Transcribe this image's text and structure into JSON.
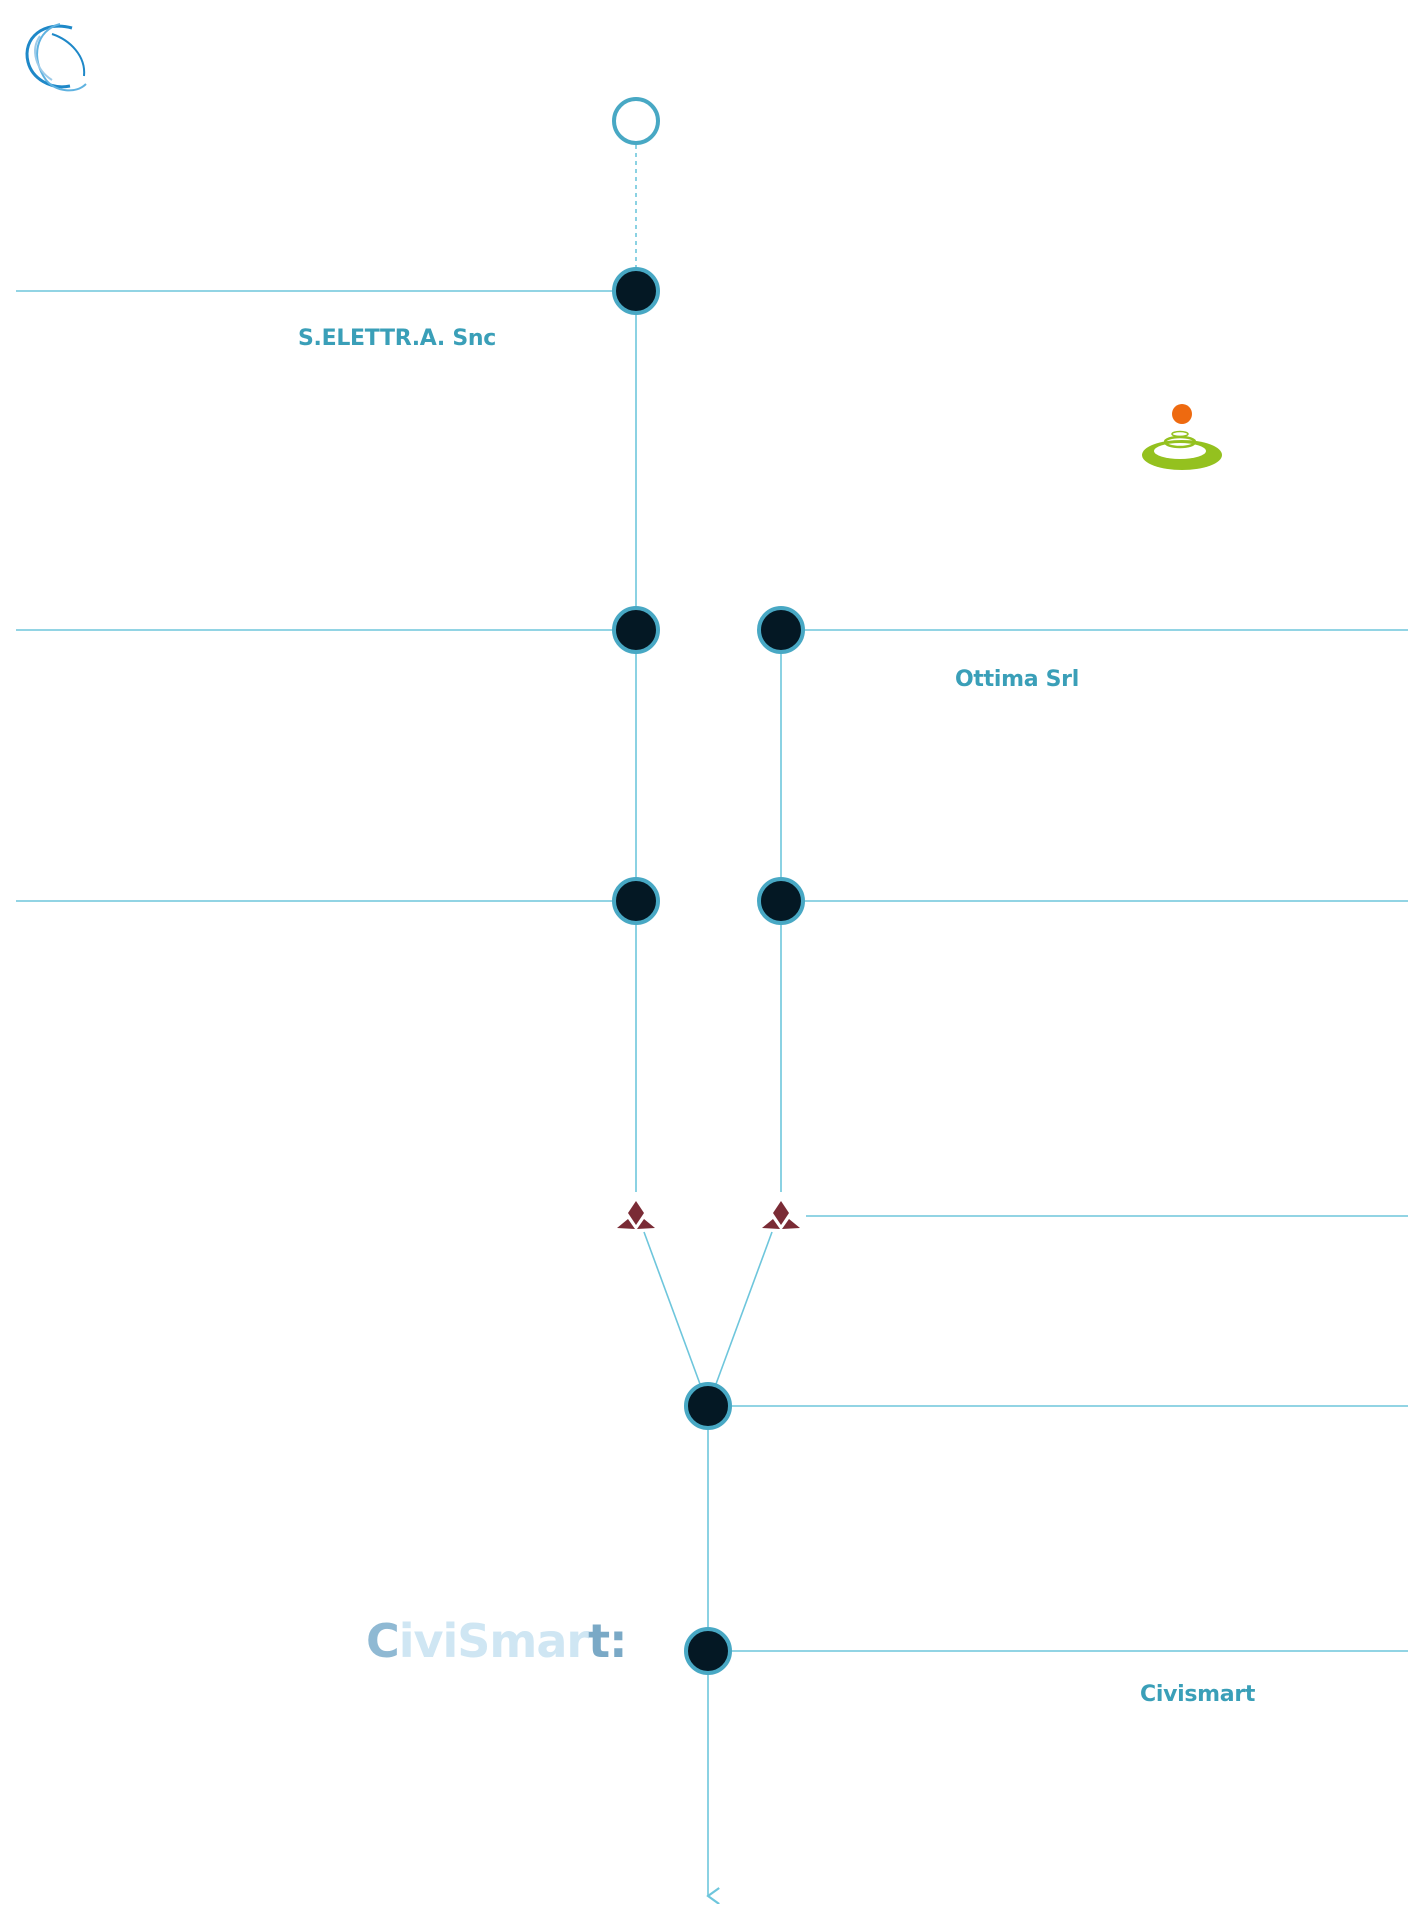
{
  "colors": {
    "line": "#6ec6dc",
    "node_fill": "#041824",
    "node_ring": "#48a8c4",
    "label": "#3a9fb8",
    "marker": "#7a2b35",
    "brand_light": "#cfe6f3",
    "logo_orange": "#ee6a10",
    "logo_green": "#94c11f"
  },
  "labels": {
    "company_1": "S.ELETTR.A. Snc",
    "company_2": "Ottima Srl",
    "company_3": "Civismart"
  },
  "brand": {
    "first": "C",
    "middle": "iviSmar",
    "last": "t",
    "trail": ":"
  },
  "icons": {
    "top_left_logo": "globe-swirl-icon",
    "company_2_logo": "orange-dot-green-rings-icon",
    "merge_markers": "lotus-diamond-icon"
  }
}
